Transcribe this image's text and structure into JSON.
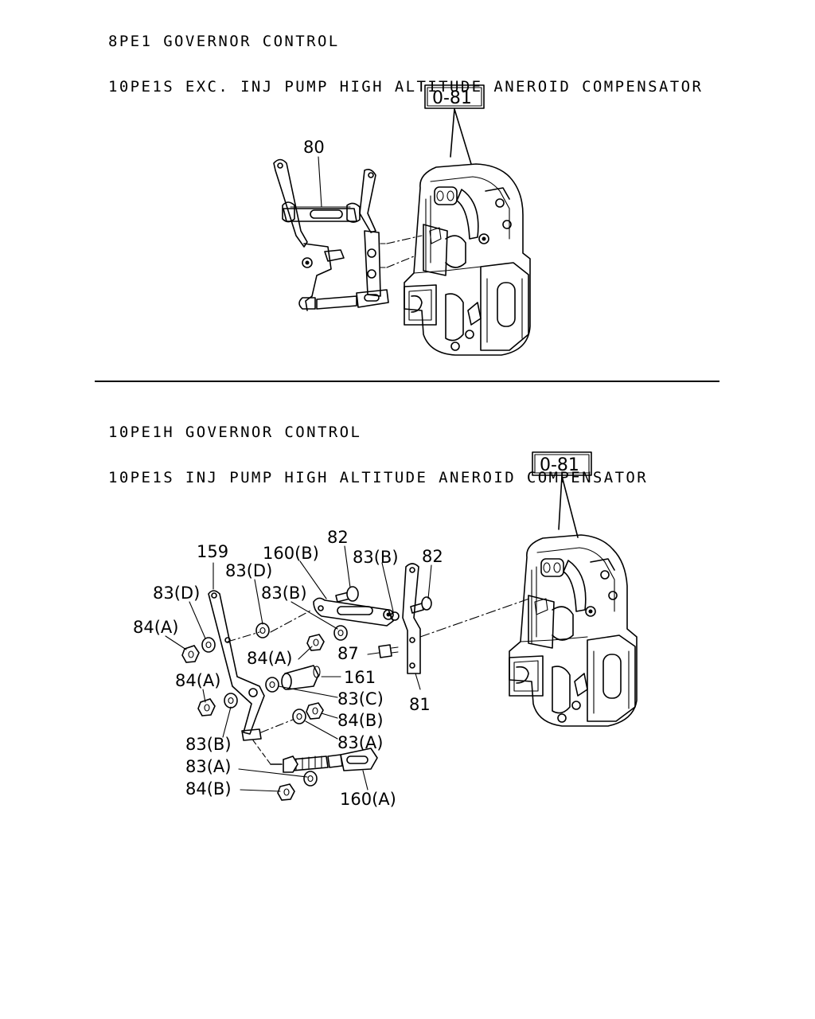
{
  "sections": [
    {
      "title_lines": [
        "8PE1 GOVERNOR CONTROL",
        "10PE1S EXC. INJ PUMP HIGH ALTITUDE ANEROID COMPENSATOR"
      ],
      "reference_box": "0-81",
      "callouts": [
        "80"
      ]
    },
    {
      "title_lines": [
        "10PE1H GOVERNOR CONTROL",
        "10PE1S INJ PUMP HIGH ALTITUDE ANEROID COMPENSATOR"
      ],
      "reference_box": "0-81",
      "callouts": [
        "159",
        "160(B)",
        "82",
        "83(B)",
        "82",
        "83(D)",
        "83(D)",
        "83(B)",
        "84(A)",
        "84(A)",
        "87",
        "161",
        "84(A)",
        "83(C)",
        "81",
        "84(B)",
        "83(B)",
        "83(A)",
        "83(A)",
        "84(B)",
        "160(A)"
      ]
    }
  ]
}
